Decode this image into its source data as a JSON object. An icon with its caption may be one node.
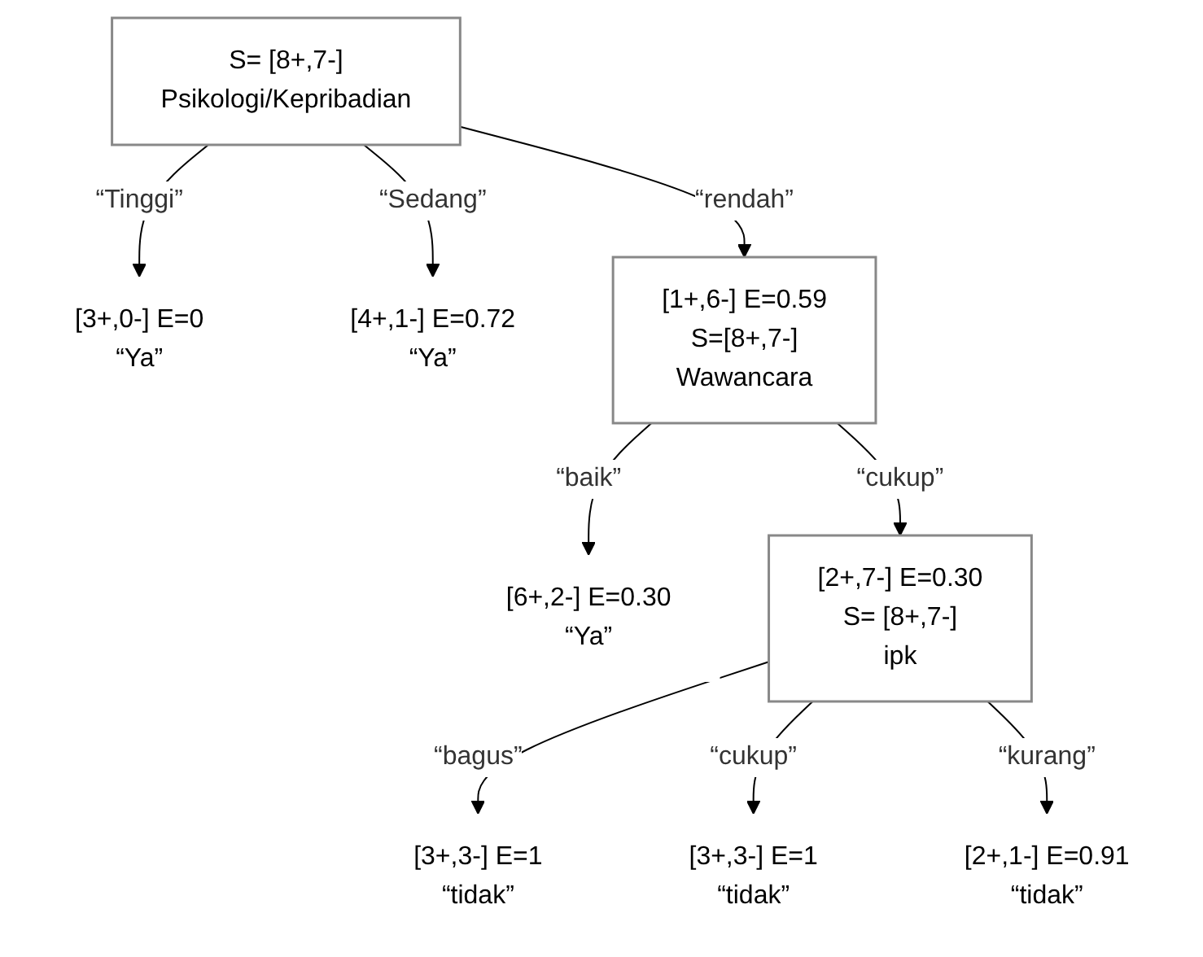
{
  "diagram": {
    "nodes": [
      {
        "text": [
          "S= [8+,7-]",
          "Psikologi/Kepribadian"
        ]
      },
      {
        "text": [
          "[3+,0-] E=0",
          "“Ya”"
        ]
      },
      {
        "text": [
          "[4+,1-] E=0.72",
          "“Ya”"
        ]
      },
      {
        "text": [
          "[1+,6-] E=0.59",
          "S=[8+,7-]",
          "Wawancara"
        ]
      },
      {
        "text": [
          "[6+,2-] E=0.30",
          "“Ya”"
        ]
      },
      {
        "text": [
          "[2+,7-] E=0.30",
          "S= [8+,7-]",
          "ipk"
        ]
      },
      {
        "text": [
          "[3+,3-] E=1",
          "“tidak”"
        ]
      },
      {
        "text": [
          "[3+,3-] E=1",
          "“tidak”"
        ]
      },
      {
        "text": [
          "[2+,1-] E=0.91",
          "“tidak”"
        ]
      }
    ],
    "edges": [
      {
        "from": 0,
        "to": 1,
        "arrow": "to",
        "label": "“Tinggi”"
      },
      {
        "from": 0,
        "to": 2,
        "arrow": "to",
        "label": "“Sedang”"
      },
      {
        "from": 0,
        "to": 3,
        "arrow": "to",
        "label": "“rendah”"
      },
      {
        "from": 3,
        "to": 4,
        "arrow": "to",
        "label": "“baik”"
      },
      {
        "from": 3,
        "to": 5,
        "arrow": "to",
        "label": "“cukup”"
      },
      {
        "from": 5,
        "to": 6,
        "arrow": "to",
        "label": "“bagus”"
      },
      {
        "from": 5,
        "to": 7,
        "arrow": "to",
        "label": "“cukup”"
      },
      {
        "from": 5,
        "to": 8,
        "arrow": "to",
        "label": "“kurang”"
      }
    ]
  }
}
